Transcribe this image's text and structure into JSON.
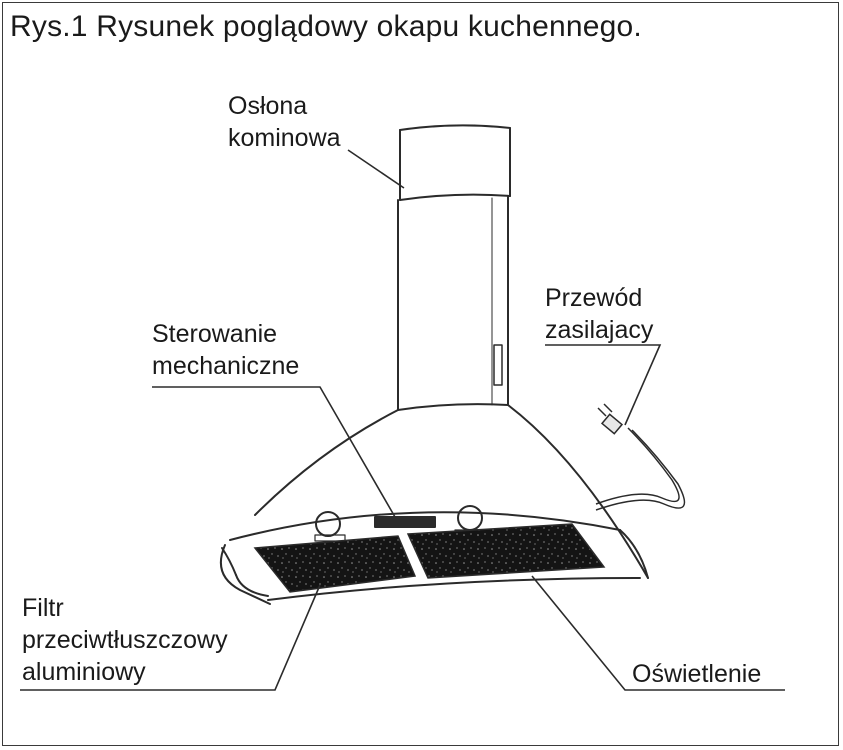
{
  "title": "Rys.1 Rysunek poglądowy okapu kuchennego.",
  "labels": {
    "chimney_cover": [
      "Osłona",
      "kominowa"
    ],
    "power_cord": [
      "Przewód",
      "zasilajacy"
    ],
    "mechanical_control": [
      "Sterowanie",
      "mechaniczne"
    ],
    "filter": [
      "Filtr",
      "przeciwtłuszczowy",
      "aluminiowy"
    ],
    "lighting": [
      "Oświetlenie"
    ]
  },
  "colors": {
    "line": "#2b2b2b",
    "filter_fill": "#151515",
    "text": "#1a1a1a"
  }
}
